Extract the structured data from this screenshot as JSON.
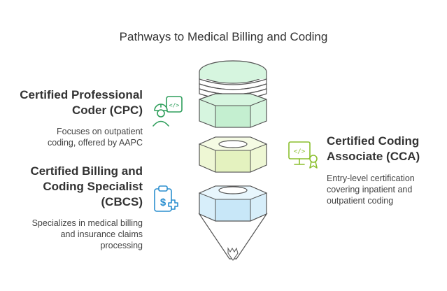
{
  "title": "Pathways to Medical Billing and Coding",
  "items": [
    {
      "heading_lines": [
        "Certified Professional",
        "Coder (CPC)"
      ],
      "desc_lines": [
        "Focuses on outpatient",
        "coding, offered by AAPC"
      ],
      "icon": "coder-person-icon",
      "color": "#2e9e5b"
    },
    {
      "heading_lines": [
        "Certified Coding",
        "Associate (CCA)"
      ],
      "desc_lines": [
        "Entry-level certification",
        "covering inpatient and",
        "outpatient coding"
      ],
      "icon": "certificate-monitor-icon",
      "color": "#8bbf2e"
    },
    {
      "heading_lines": [
        "Certified Billing and",
        "Coding Specialist",
        "(CBCS)"
      ],
      "desc_lines": [
        "Specializes in medical billing",
        "and insurance claims",
        "processing"
      ],
      "icon": "billing-clipboard-icon",
      "color": "#2b8fcf"
    }
  ]
}
